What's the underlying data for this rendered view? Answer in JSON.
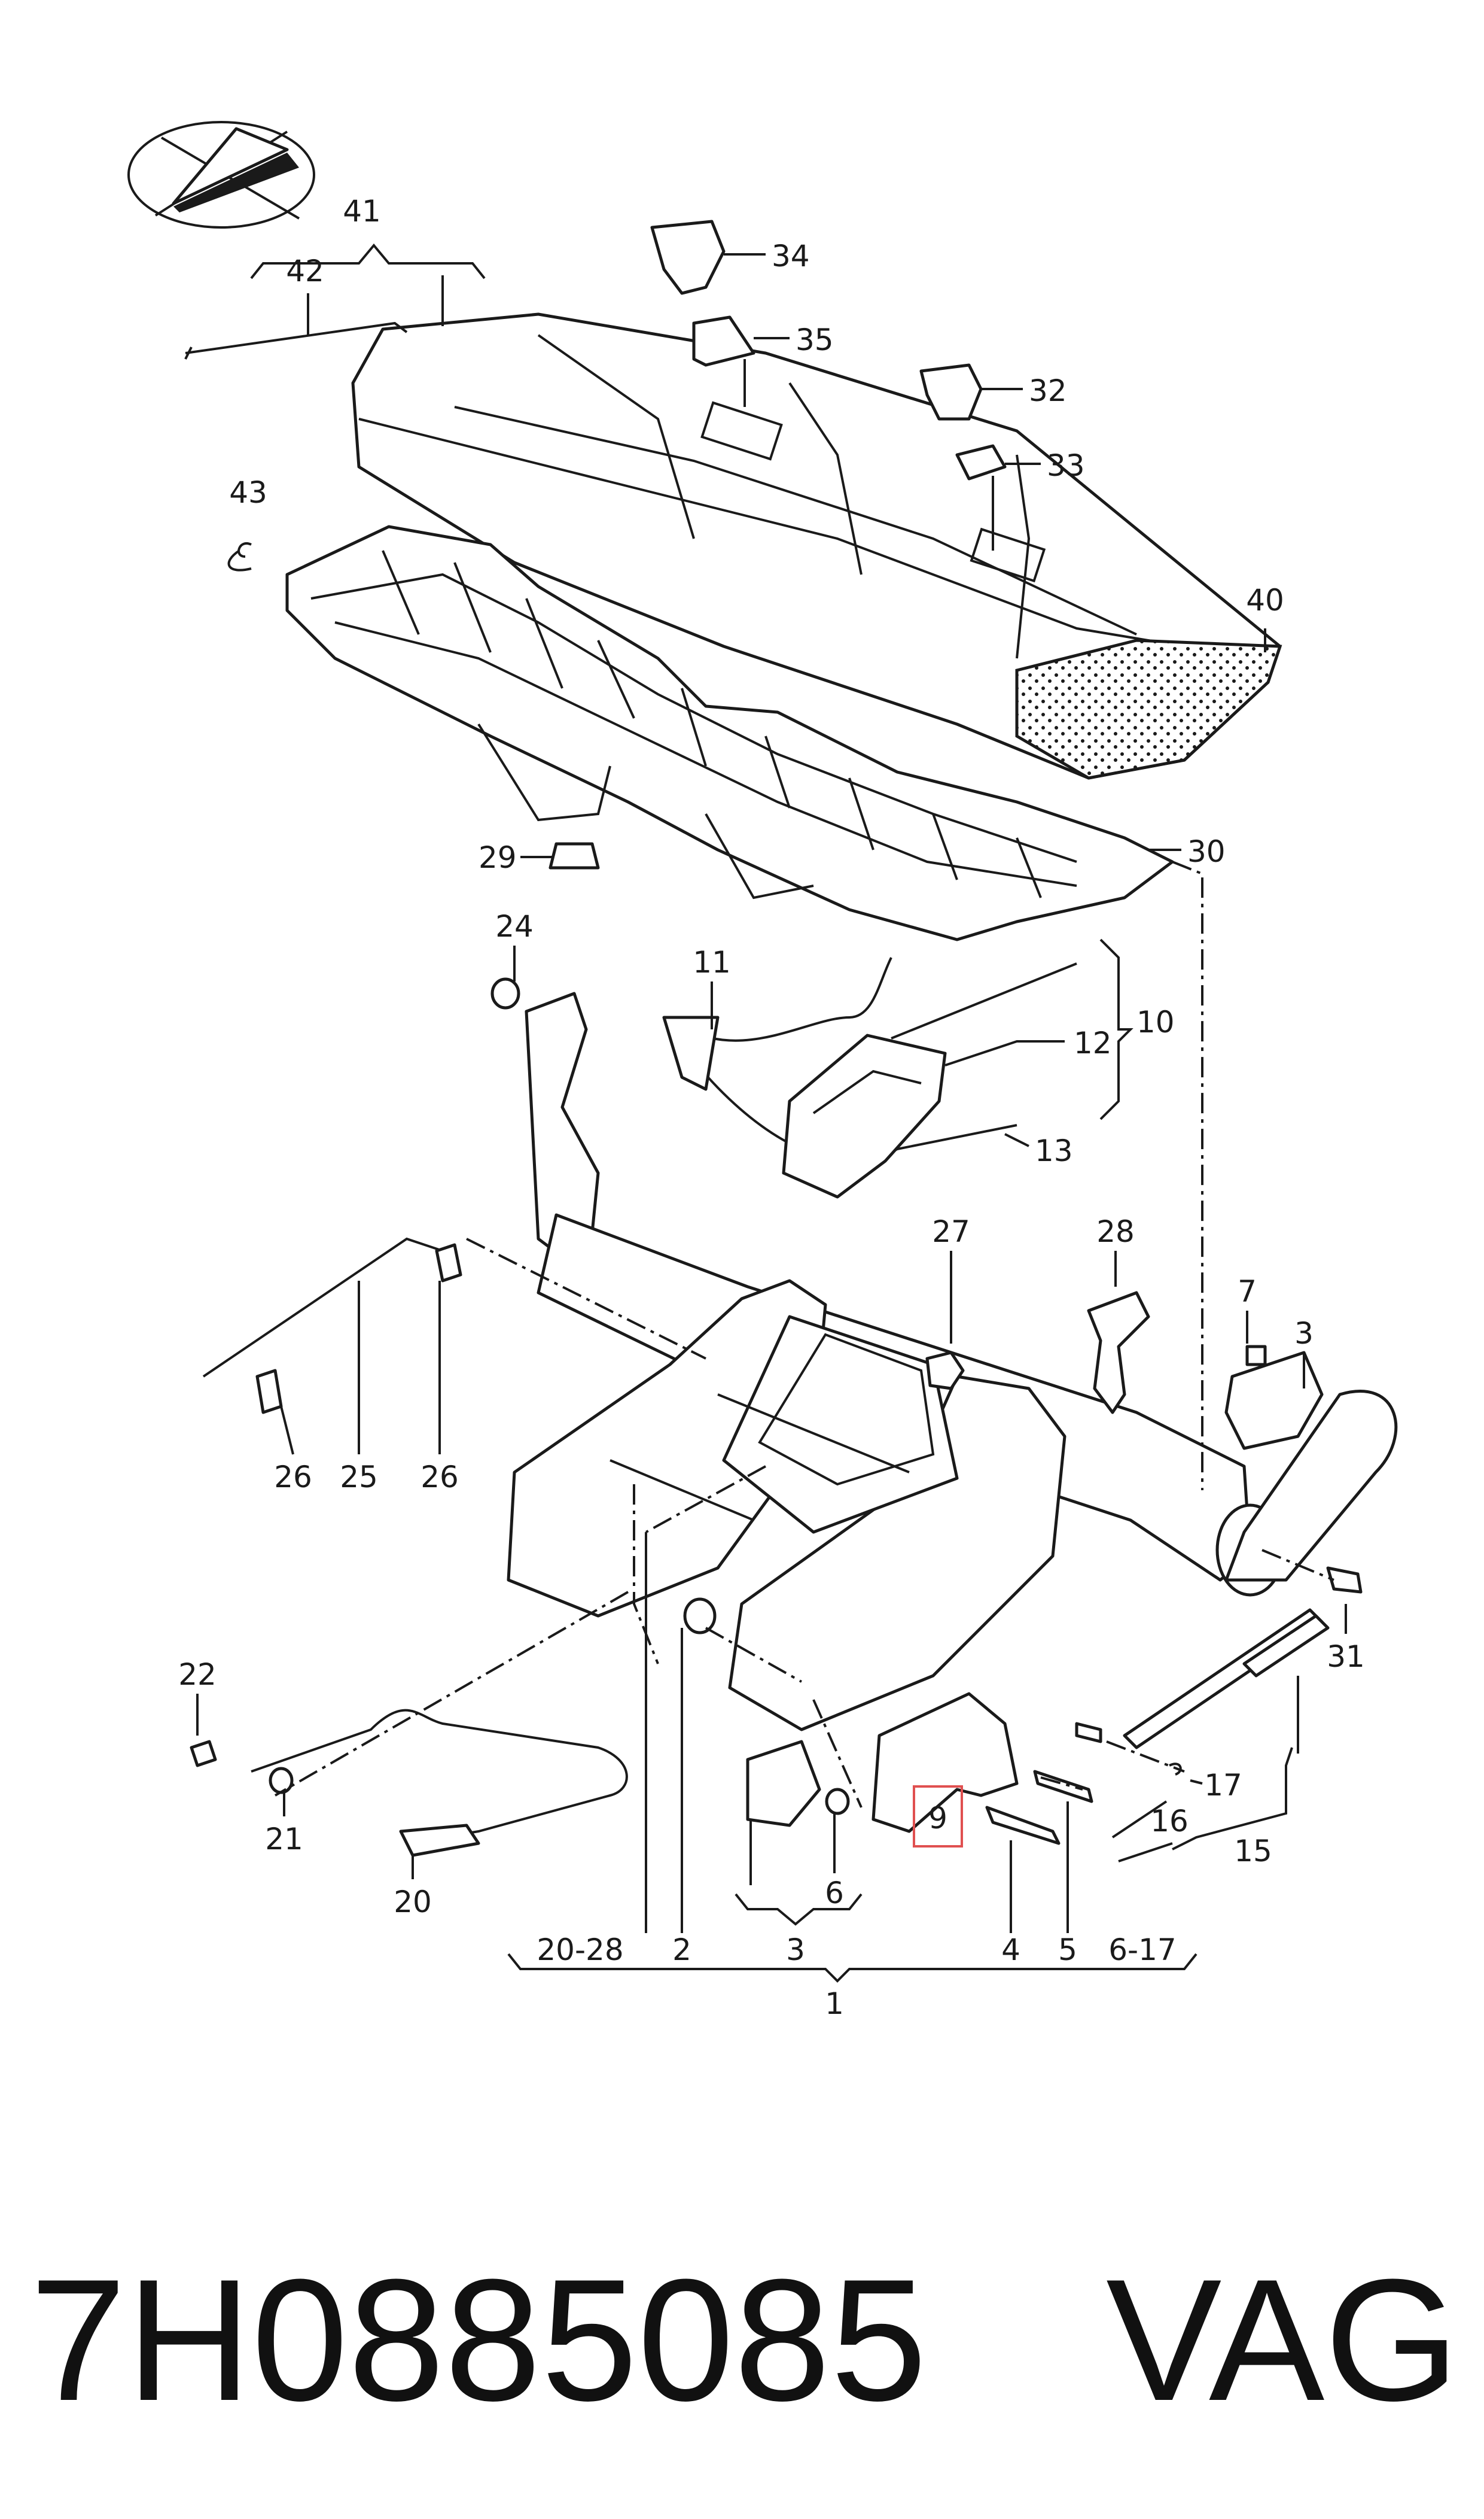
{
  "diagram": {
    "part_number": "7H0885085",
    "brand": "VAG",
    "highlight_color": "#e05050",
    "labels": {
      "l1": "1",
      "l2": "2",
      "l3a": "3",
      "l3b": "3",
      "l4": "4",
      "l5": "5",
      "l6": "6",
      "l6_17": "6-17",
      "l7": "7",
      "l9": "9",
      "l10": "10",
      "l11": "11",
      "l12": "12",
      "l13": "13",
      "l15": "15",
      "l16": "16",
      "l17": "17",
      "l20": "20",
      "l20_28": "20-28",
      "l21": "21",
      "l22": "22",
      "l24": "24",
      "l25": "25",
      "l26a": "26",
      "l26b": "26",
      "l27": "27",
      "l28": "28",
      "l29": "29",
      "l30": "30",
      "l31": "31",
      "l32": "32",
      "l33": "33",
      "l34": "34",
      "l35": "35",
      "l40": "40",
      "l41": "41",
      "l42": "42",
      "l43": "43"
    }
  }
}
